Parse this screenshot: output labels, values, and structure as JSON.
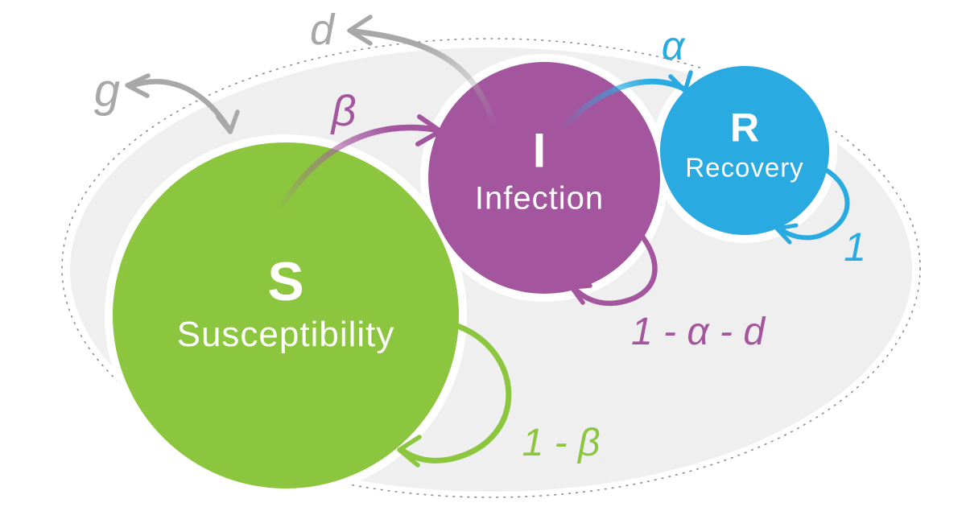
{
  "colors": {
    "background": "#FFFFFF",
    "population-fill": "#F0EFEF",
    "population-border": "#8F8F8F",
    "green": "#8CC63F",
    "purple": "#A3569E",
    "blue": "#29ABE2",
    "gray": "#A8A8A8",
    "node-text": "#FFFFFF"
  },
  "nodes": {
    "susceptibility": {
      "letter": "S",
      "label": "Susceptibility",
      "color": "#8CC63F"
    },
    "infection": {
      "letter": "I",
      "label": "Infection",
      "color": "#A3569E"
    },
    "recovery": {
      "letter": "R",
      "label": "Recovery",
      "color": "#29ABE2"
    }
  },
  "labels": {
    "g": "g",
    "d": "d",
    "beta": "β",
    "alpha": "α",
    "one_minus_beta": "1 - β",
    "one_minus_alpha_minus_d": "1 - α - d",
    "one": "1"
  }
}
